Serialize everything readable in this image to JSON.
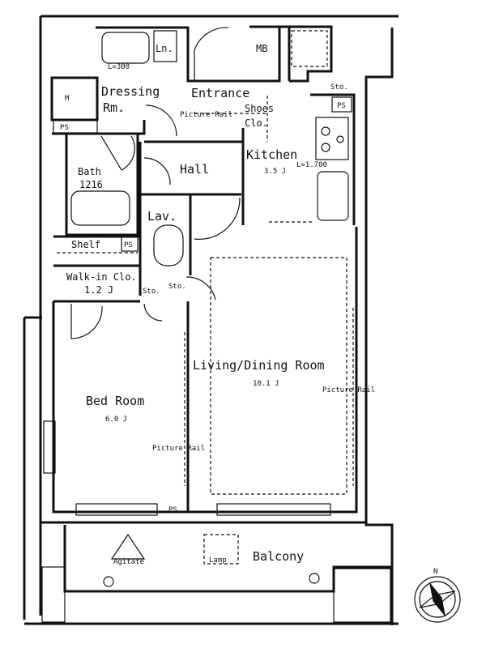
{
  "rooms": {
    "ln": "Ln.",
    "mb": "MB",
    "entrance": "Entrance",
    "dressing_line1": "Dressing",
    "dressing_line2": "Rm.",
    "shoes_line1": "Shoes",
    "shoes_line2": "Clo.",
    "picture_rail": "Picture Rail",
    "kitchen": "Kitchen",
    "kitchen_size": "3.5 J",
    "kitchen_dim": "L=1.700",
    "hall": "Hall",
    "bath": "Bath",
    "bath_size": "1216",
    "lav": "Lav.",
    "shelf": "Shelf",
    "walkin": "Walk-in Clo.",
    "walkin_size": "1.2 J",
    "sto": "Sto.",
    "ldr": "Living/Dining Room",
    "ldr_size": "10.1 J",
    "bedroom": "Bed Room",
    "bedroom_size": "6.0 J",
    "balcony": "Balcony",
    "ps": "PS",
    "m": "M",
    "dim_top": "L=300",
    "ac_unit": "Agitate",
    "lamp_unit": "Lamp",
    "compass_n": "N"
  }
}
